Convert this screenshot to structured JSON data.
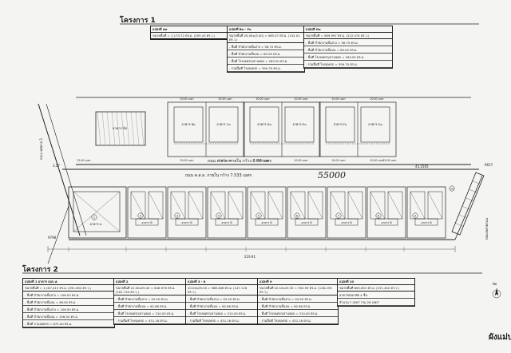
{
  "project1": {
    "title": "โครงการ 1",
    "tables": [
      {
        "header": "แปลงที่ Ao",
        "area": "ขนาดพื้นที่ = 1,173.72 ตร.ม. (293.43 ตร.ว.)",
        "rows": []
      },
      {
        "header": "แปลงที่ Bo - Fo",
        "area": "ขนาดพื้นที่ 20.00x(3.40) = 565.07 ตร.ม. (142.01 ตร.ว.)",
        "rows": [
          "- พื้นที่ สำนักงานชั้นล่าง = 56.70 ตร.ม.",
          "- พื้นที่ สำนักงานชั้นบน = 80.00 ตร.ม.",
          "- พื้นที่ โรงจอดรถ/ลานจอด = 283.00 ตร.ม.",
          "- รวมพื้นที่ โรงจอดรถ = 399.70 ตร.ม."
        ]
      },
      {
        "header": "แปลงที่ Go",
        "area": "ขนาดพื้นที่ = 589.997 ตร.ม. (222.474 ตร.ว.)",
        "rows": [
          "- พื้นที่ สำนักงานชั้นล่าง = 56.70 ตร.ม.",
          "- พื้นที่ สำนักงานชั้นบน = 80.00 ตร.ม.",
          "- พื้นที่ โรงจอดรถ/ลานจอด = 263.00 ตร.ม.",
          "- รวมพื้นที่ โรงจอดรถ = 399.70 ตร.ม."
        ]
      }
    ]
  },
  "plan": {
    "road_label": "ถนน ค.ส.ล. ภายใน กว้าง 8.00 เมตร",
    "bottom_road_label": "ถนน ค.ส.ล. ภายใน กว้าง 7.533 เมตร",
    "dim_20": "20.00 เมตร",
    "dim_25": "25.00 เมตร",
    "handwritten": "55000",
    "building_top": [
      "อาคาร Ao",
      "อาคาร Bo",
      "อาคาร Co",
      "อาคาร Do",
      "อาคาร Eo",
      "อาคาร Fo",
      "อาคาร Go"
    ],
    "building_bottom": [
      "อาคาร A",
      "อาคาร B",
      "อาคาร B",
      "อาคาร B",
      "อาคาร B",
      "อาคาร B",
      "อาคาร B",
      "อาคาร B"
    ],
    "circle_nums": [
      "1",
      "2",
      "3",
      "4",
      "5",
      "6",
      "7",
      "8",
      "9",
      "10"
    ],
    "side_label_left": "ถนน เทศบาล 3",
    "side_label_right": "คลองขยายถนน",
    "total_dim": "219.91",
    "left_dim": "9798",
    "point_a": "3.57",
    "point_b": "43.2505",
    "right_mark": "9657",
    "compass": "ทิศ"
  },
  "project2": {
    "title": "โครงการ 2",
    "tables": [
      {
        "header": "แปลงที่ 1 อาคาร แบบ A",
        "area": "ขนาดพื้นที่ = 1,167.413 ตร.ม. (291.854 ตร.ว.)",
        "rows": [
          "- พื้นที่ สำนักงานชั้นล่าง = 106.00 ตร.ม.",
          "- พื้นที่ สำนักงานชั้นบน = 98.00 ตร.ม.",
          "- พื้นที่ สำนักงานชั้นล่าง = 106.00 ตร.ม.",
          "- พื้นที่ สำนักงานชั้นบน = 106.00 ตร.ม.",
          "- พื้นที่ ลานจอดรถ = 675.00 ตร.ม."
        ]
      },
      {
        "header": "แปลงที่ 2",
        "area": "ขนาดพื้นที่ 22.00x29.40 = 646.976 ตร.ม. (161.744 ตร.ว.)",
        "rows": [
          "- พื้นที่ สำนักงานชั้นล่าง = 55.50 ตร.ม.",
          "- พื้นที่ สำนักงานชั้นบน = 62.66 ตร.ม.",
          "- พื้นที่ โรงจอดรถ/ลานจอด = 310.00 ตร.ม.",
          "- รวมพื้นที่ โรงจอดรถ = 431.16 ตร.ม."
        ]
      },
      {
        "header": "แปลงที่ 3 - 8",
        "area": "20.00x29.00 = 588.466 ตร.ม. (147.116 ตร.ว.)",
        "rows": [
          "- พื้นที่ สำนักงานชั้นล่าง = 55.50 ตร.ม.",
          "- พื้นที่ สำนักงานชั้นบน = 62.66 ตร.ม.",
          "- พื้นที่ โรงจอดรถ/ลานจอด = 310.00 ตร.ม.",
          "- รวมพื้นที่ โรงจอดรถ = 431.16 ตร.ม."
        ]
      },
      {
        "header": "แปลงที่ 9",
        "area": "ขนาดพื้นที่ 20.10x29.30 = 592.95 ตร.ม. (148.239 ตร.ว.)",
        "rows": [
          "- พื้นที่ สำนักงานชั้นล่าง = 55.50 ตร.ม.",
          "- พื้นที่ สำนักงานชั้นบน = 62.66 ตร.ม.",
          "- พื้นที่ โรงจอดรถ/ลานจอด = 310.00 ตร.ม.",
          "- รวมพื้นที่ โรงจอดรถ = 431.16 ตร.ม."
        ]
      },
      {
        "header": "แปลงที่ 10",
        "area": "ขนาดพื้นที่ 605.601 ตร.ม. (151.402 ตร.ว.)",
        "rows": [
          "อาคารพักอาศัย 4 ชั้น",
          "จำนวน 7 UNIT รวม 28 UNIT"
        ]
      }
    ]
  },
  "footer_label": "ผังแม่บท"
}
